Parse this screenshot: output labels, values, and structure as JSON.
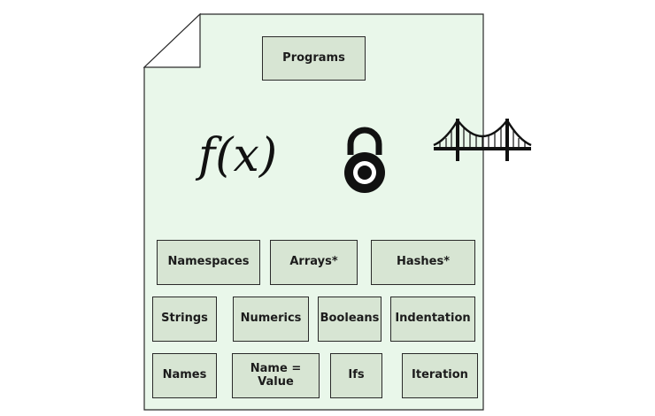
{
  "document": {
    "paper_color": "#e9f7ea",
    "box_color": "#d7e5d3",
    "stroke_color": "#2a2a2a"
  },
  "top_box": {
    "label": "Programs"
  },
  "icons": {
    "function": {
      "name": "function-icon",
      "text": "f(x)"
    },
    "lock": {
      "name": "padlock-icon"
    },
    "bridge": {
      "name": "bridge-icon"
    }
  },
  "rows": [
    {
      "items": [
        "Namespaces",
        "Arrays*",
        "Hashes*"
      ]
    },
    {
      "items": [
        "Strings",
        "Numerics",
        "Booleans",
        "Indentation"
      ]
    },
    {
      "items": [
        "Names",
        "Name =\nValue",
        "Ifs",
        "Iteration"
      ]
    }
  ]
}
